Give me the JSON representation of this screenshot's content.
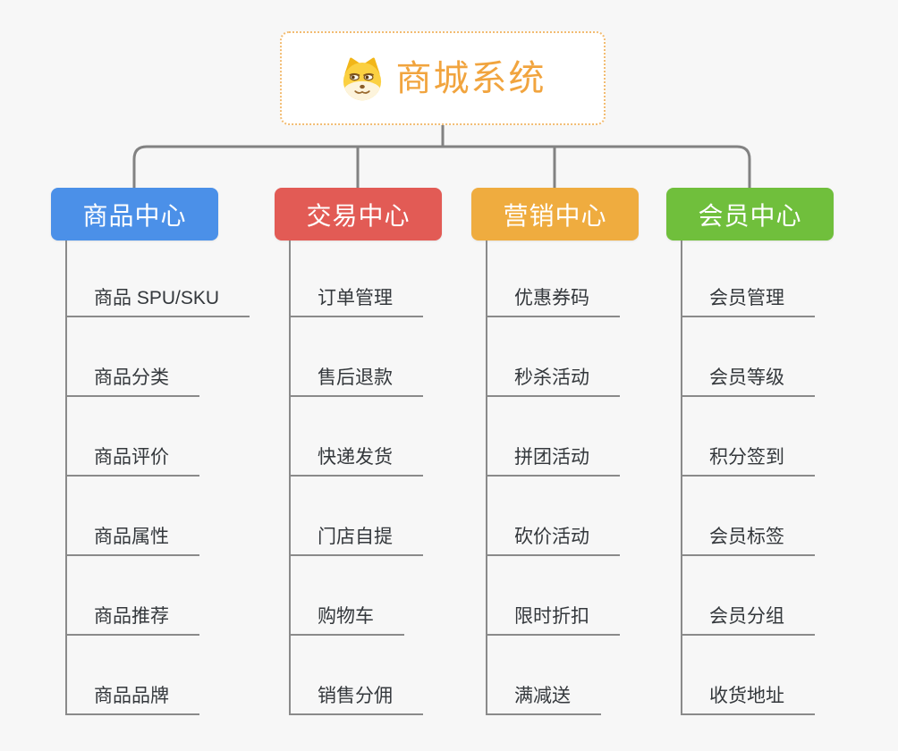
{
  "canvas": {
    "background": "#F7F7F7",
    "connector_color": "#828282",
    "leaf_line_color": "#8A8A8A"
  },
  "root": {
    "title": "商城系统",
    "title_color": "#F1A43E",
    "border_color": "#F2BC72",
    "icon": "doge-icon"
  },
  "branches": [
    {
      "label": "商品中心",
      "color": "#4B90E8",
      "children": [
        "商品 SPU/SKU",
        "商品分类",
        "商品评价",
        "商品属性",
        "商品推荐",
        "商品品牌"
      ]
    },
    {
      "label": "交易中心",
      "color": "#E25B55",
      "children": [
        "订单管理",
        "售后退款",
        "快递发货",
        "门店自提",
        "购物车",
        "销售分佣"
      ]
    },
    {
      "label": "营销中心",
      "color": "#EFAC3F",
      "children": [
        "优惠券码",
        "秒杀活动",
        "拼团活动",
        "砍价活动",
        "限时折扣",
        "满减送"
      ]
    },
    {
      "label": "会员中心",
      "color": "#70BF3C",
      "children": [
        "会员管理",
        "会员等级",
        "积分签到",
        "会员标签",
        "会员分组",
        "收货地址"
      ]
    }
  ]
}
